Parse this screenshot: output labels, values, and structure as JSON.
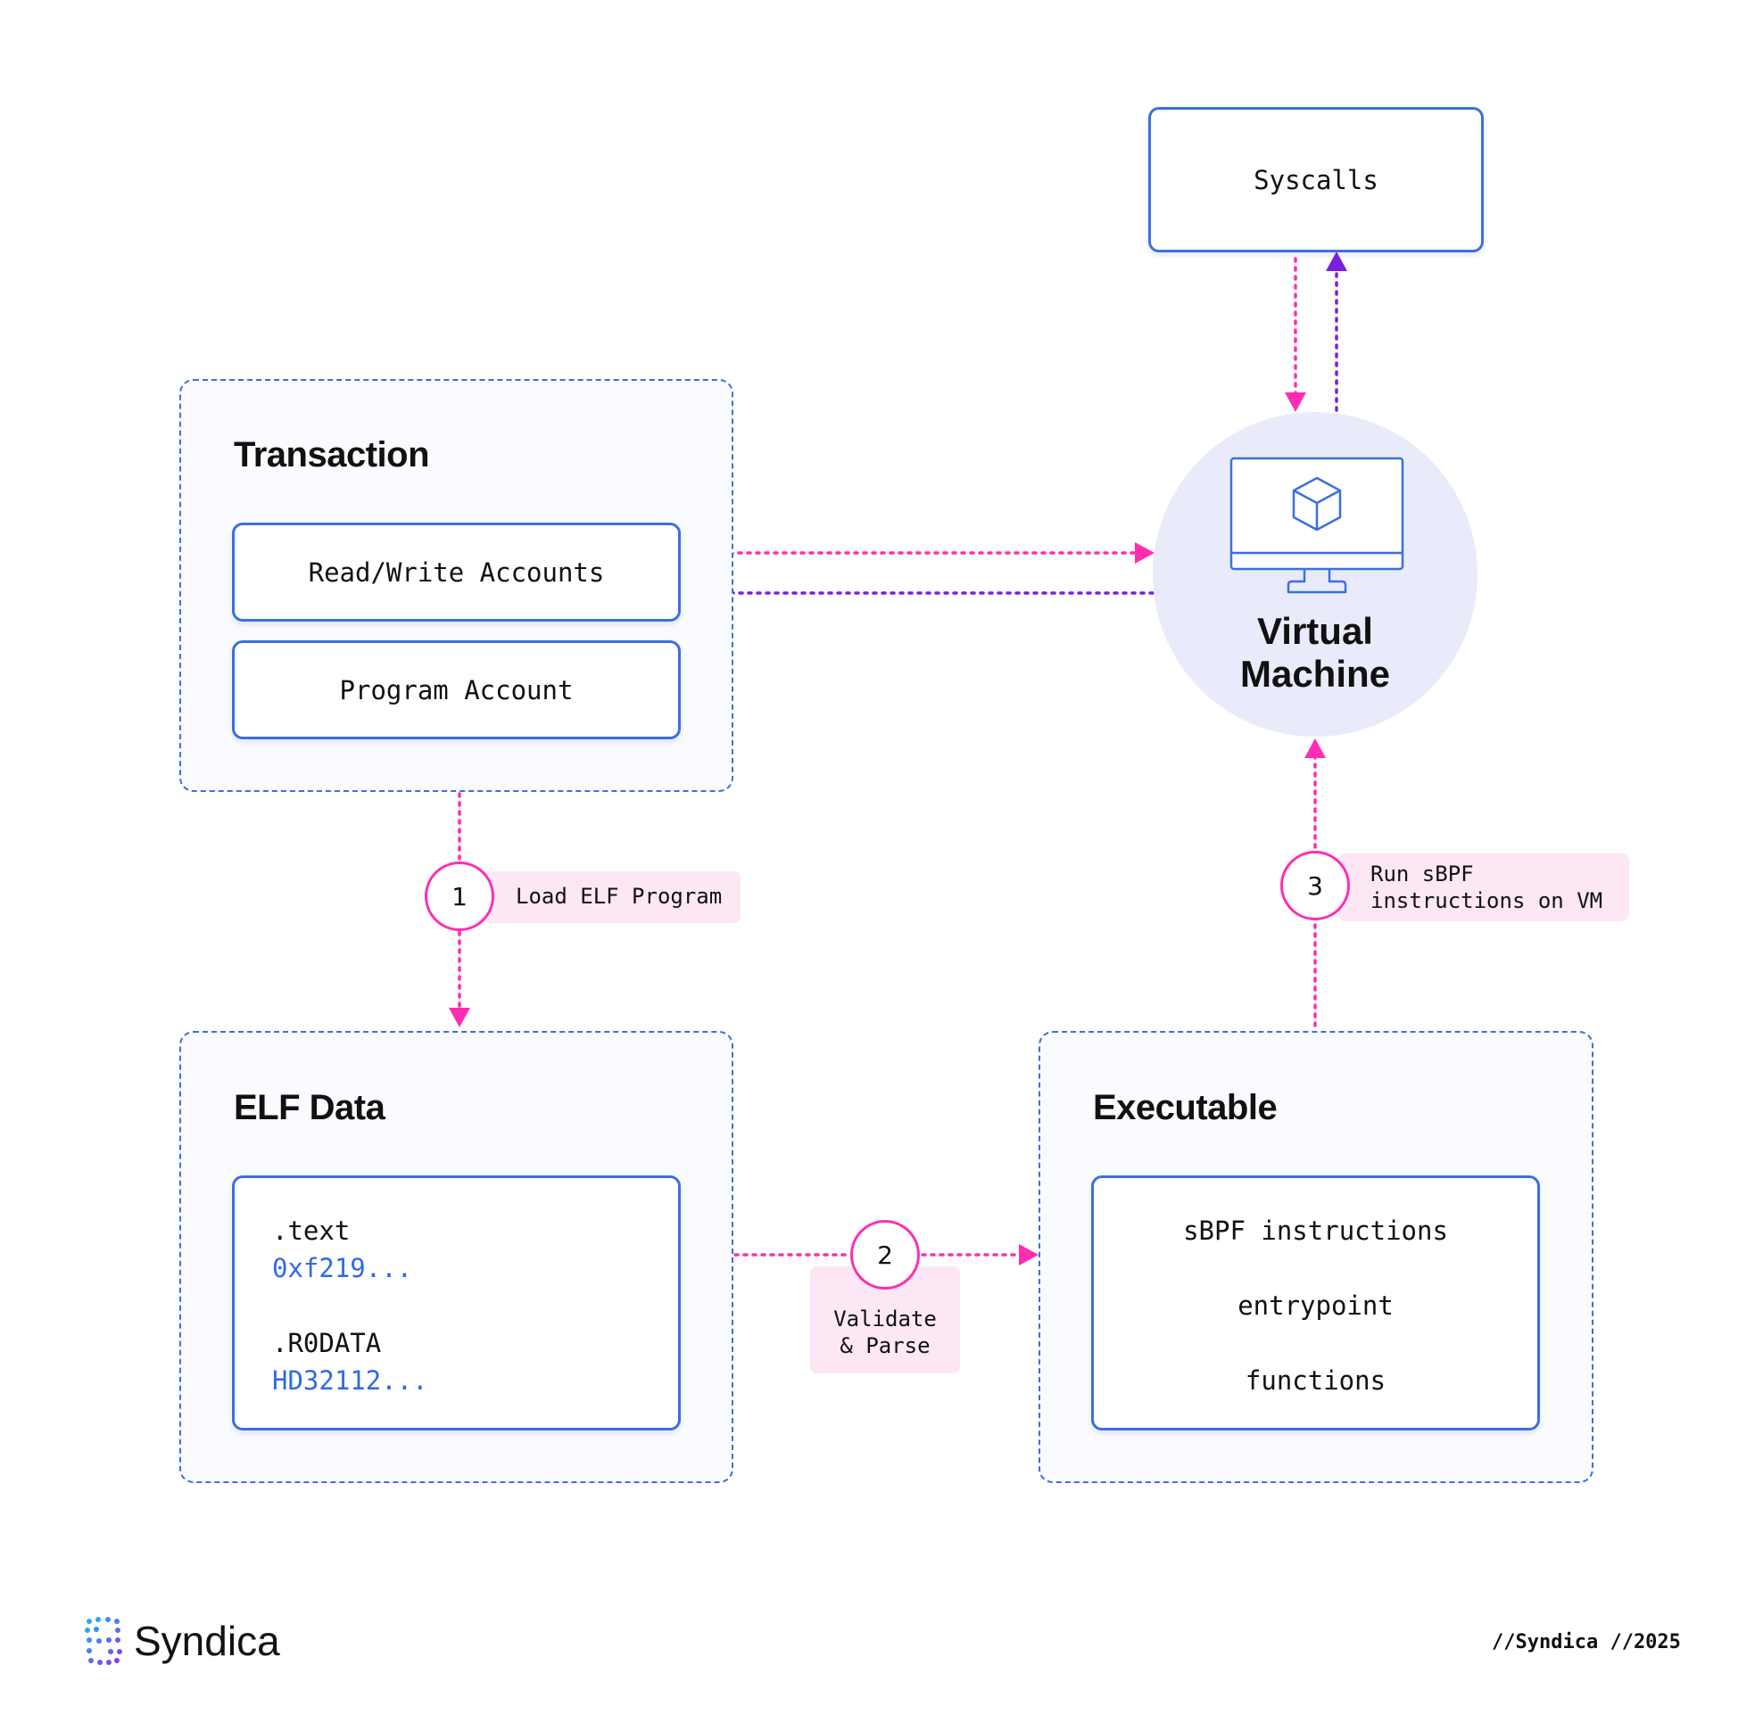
{
  "transaction": {
    "title": "Transaction",
    "read_write_accounts": "Read/Write Accounts",
    "program_account": "Program Account"
  },
  "syscalls": {
    "label": "Syscalls"
  },
  "virtual_machine": {
    "title_line1": "Virtual",
    "title_line2": "Machine"
  },
  "steps": [
    {
      "number": "1",
      "label_line1": "Load ELF Program",
      "label_line2": ""
    },
    {
      "number": "2",
      "label_line1": "Validate",
      "label_line2": "& Parse"
    },
    {
      "number": "3",
      "label_line1": "Run sBPF",
      "label_line2": "instructions on VM"
    }
  ],
  "elf_data": {
    "title": "ELF Data",
    "text_section": ".text",
    "text_value": "0xf219...",
    "rodata_section": ".R0DATA",
    "rodata_value": "HD32112..."
  },
  "executable": {
    "title": "Executable",
    "items": [
      "sBPF instructions",
      "entrypoint",
      "functions"
    ]
  },
  "footer": {
    "brand": "Syndica",
    "credit": "//Syndica //2025"
  },
  "colors": {
    "box_border": "#3b6fe0",
    "arrow_pink": "#ff2db0",
    "arrow_purple": "#7a1fe0",
    "vm_circle": "#e9ebfb",
    "hex_value": "#2f6ae6",
    "step_label_bg": "#fde7f4"
  }
}
